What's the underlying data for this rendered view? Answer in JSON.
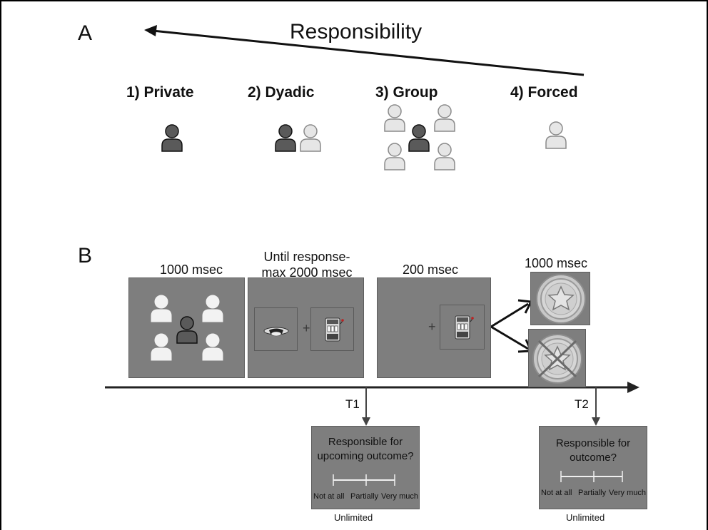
{
  "panel_a": {
    "letter": "A",
    "axis_title": "Responsibility",
    "conditions": [
      {
        "label": "1) Private"
      },
      {
        "label": "2) Dyadic"
      },
      {
        "label": "3) Group"
      },
      {
        "label": "4) Forced"
      }
    ]
  },
  "panel_b": {
    "letter": "B",
    "stages": [
      {
        "timing": "1000 msec"
      },
      {
        "timing_line1": "Until response-",
        "timing_line2": "max 2000 msec"
      },
      {
        "timing": "200 msec"
      },
      {
        "timing": "1000 msec"
      }
    ],
    "probes": [
      {
        "tag": "T1",
        "question_line1": "Responsible for",
        "question_line2": "upcoming outcome?",
        "scale": [
          "Not at all",
          "Partially",
          "Very much"
        ],
        "duration": "Unlimited"
      },
      {
        "tag": "T2",
        "question_line1": "Responsible for",
        "question_line2": "outcome?",
        "scale": [
          "Not at all",
          "Partially",
          "Very much"
        ],
        "duration": "Unlimited"
      }
    ]
  },
  "colors": {
    "dark_person": "#5a5a5a",
    "light_person": "#e6e6e6",
    "screen_gray": "#7e7e7e"
  },
  "icons": [
    "person-icon",
    "hat-icon",
    "slot-machine-icon",
    "star-coin-icon",
    "crossed-coin-icon"
  ]
}
